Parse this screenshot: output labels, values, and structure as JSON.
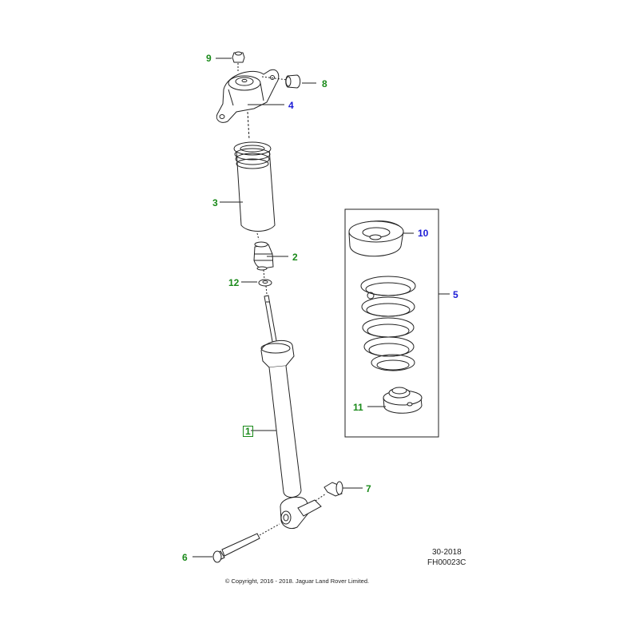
{
  "callouts": {
    "c1": "1",
    "c2": "2",
    "c3": "3",
    "c4": "4",
    "c5": "5",
    "c6": "6",
    "c7": "7",
    "c8": "8",
    "c9": "9",
    "c10": "10",
    "c11": "11",
    "c12": "12"
  },
  "footer": {
    "date_code": "30-2018",
    "figure_code": "FH00023C",
    "copyright": "© Copyright, 2016 - 2018. Jaguar Land Rover Limited."
  },
  "colors": {
    "callout_green": "#1a8a1a",
    "callout_blue": "#1a1ad6",
    "line": "#222222"
  }
}
